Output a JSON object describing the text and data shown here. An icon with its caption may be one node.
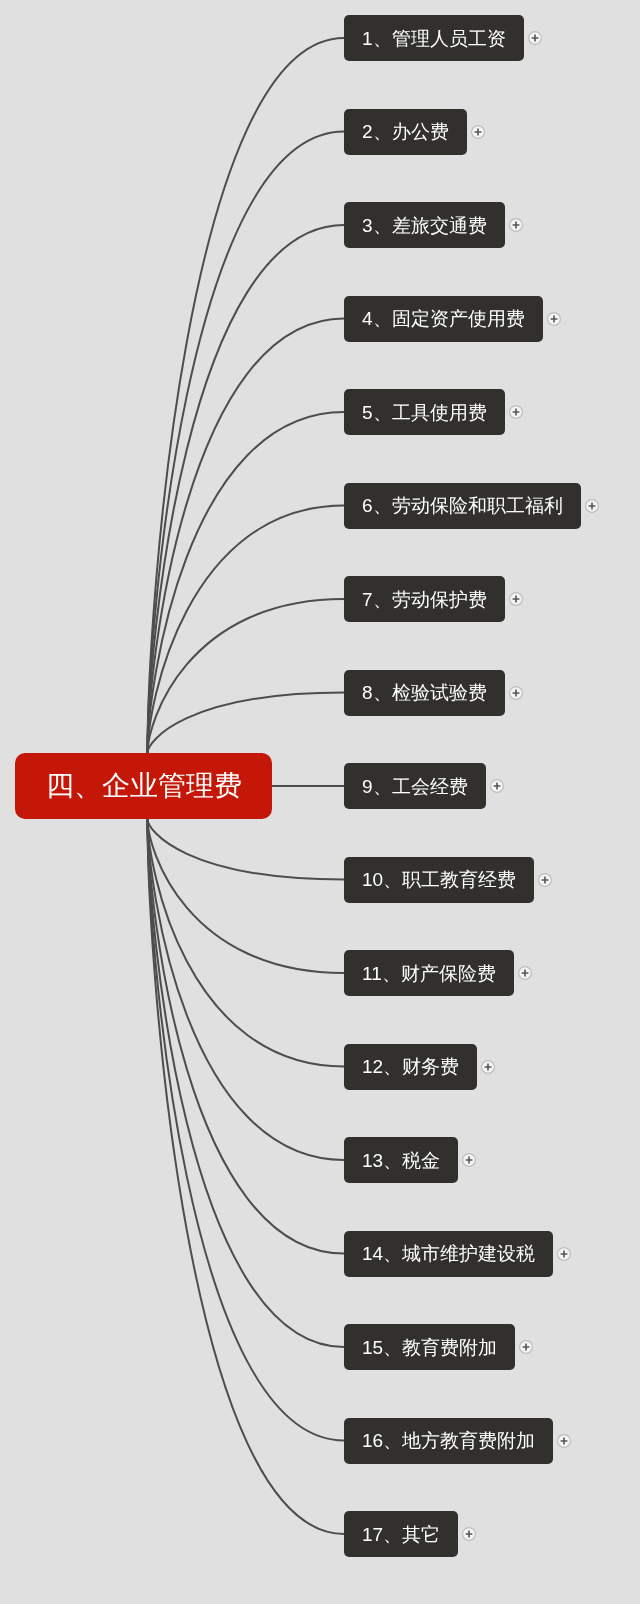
{
  "diagram": {
    "nodes": [
      {
        "text": [
          "四、企业管理费"
        ]
      },
      {
        "text": [
          "1、管理人员工资"
        ]
      },
      {
        "text": [
          "2、办公费"
        ]
      },
      {
        "text": [
          "3、差旅交通费"
        ]
      },
      {
        "text": [
          "4、固定资产使用费"
        ]
      },
      {
        "text": [
          "5、工具使用费"
        ]
      },
      {
        "text": [
          "6、劳动保险和职工福利"
        ]
      },
      {
        "text": [
          "7、劳动保护费"
        ]
      },
      {
        "text": [
          "8、检验试验费"
        ]
      },
      {
        "text": [
          "9、工会经费"
        ]
      },
      {
        "text": [
          "10、职工教育经费"
        ]
      },
      {
        "text": [
          "11、财产保险费"
        ]
      },
      {
        "text": [
          "12、财务费"
        ]
      },
      {
        "text": [
          "13、税金"
        ]
      },
      {
        "text": [
          "14、城市维护建设税"
        ]
      },
      {
        "text": [
          "15、教育费附加"
        ]
      },
      {
        "text": [
          "16、地方教育费附加"
        ]
      },
      {
        "text": [
          "17、其它"
        ]
      }
    ],
    "edges": [
      {
        "from": 0,
        "to": 1,
        "arrow": "none"
      },
      {
        "from": 0,
        "to": 2,
        "arrow": "none"
      },
      {
        "from": 0,
        "to": 3,
        "arrow": "none"
      },
      {
        "from": 0,
        "to": 4,
        "arrow": "none"
      },
      {
        "from": 0,
        "to": 5,
        "arrow": "none"
      },
      {
        "from": 0,
        "to": 6,
        "arrow": "none"
      },
      {
        "from": 0,
        "to": 7,
        "arrow": "none"
      },
      {
        "from": 0,
        "to": 8,
        "arrow": "none"
      },
      {
        "from": 0,
        "to": 9,
        "arrow": "none"
      },
      {
        "from": 0,
        "to": 10,
        "arrow": "none"
      },
      {
        "from": 0,
        "to": 11,
        "arrow": "none"
      },
      {
        "from": 0,
        "to": 12,
        "arrow": "none"
      },
      {
        "from": 0,
        "to": 13,
        "arrow": "none"
      },
      {
        "from": 0,
        "to": 14,
        "arrow": "none"
      },
      {
        "from": 0,
        "to": 15,
        "arrow": "none"
      },
      {
        "from": 0,
        "to": 16,
        "arrow": "none"
      },
      {
        "from": 0,
        "to": 17,
        "arrow": "none"
      }
    ]
  }
}
